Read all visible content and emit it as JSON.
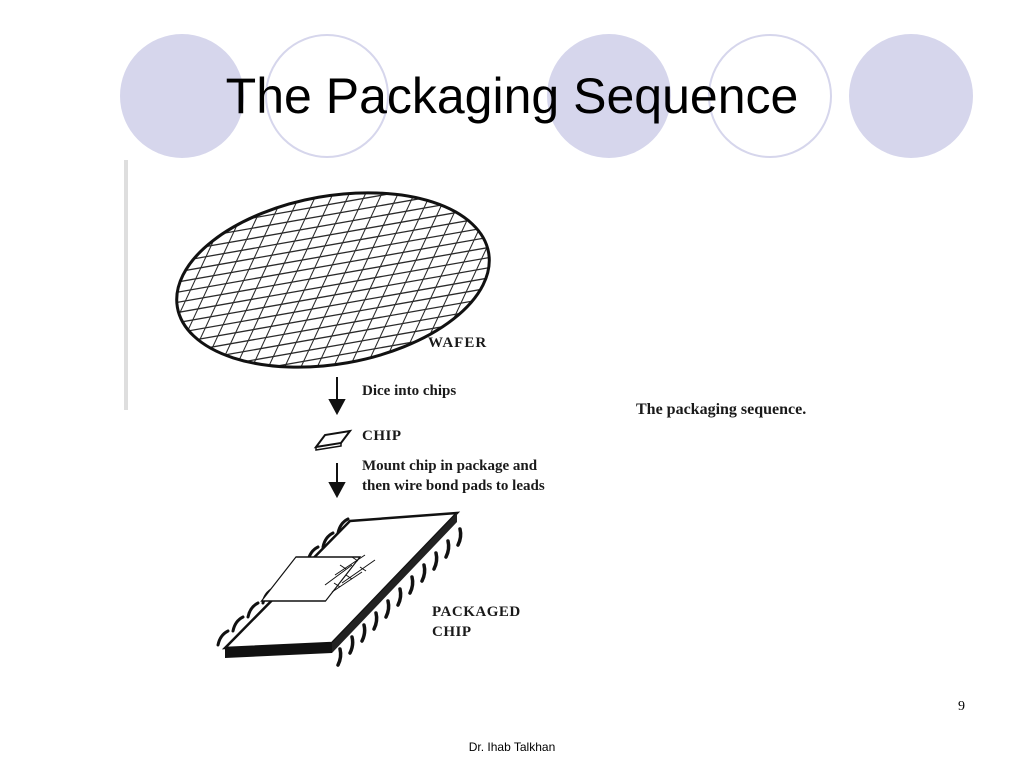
{
  "slide": {
    "title": "The Packaging Sequence",
    "page_number": "9",
    "footer": "Dr. Ihab Talkhan"
  },
  "figure": {
    "wafer_label": "WAFER",
    "dice_step": "Dice into chips",
    "chip_label": "CHIP",
    "mount_step_line1": "Mount chip in package and",
    "mount_step_line2": "then wire bond pads to leads",
    "packaged_line1": "PACKAGED",
    "packaged_line2": "CHIP",
    "caption": "The packaging sequence."
  },
  "colors": {
    "decoration_circle": "#d6d6ec",
    "ink": "#1a1a1a"
  }
}
